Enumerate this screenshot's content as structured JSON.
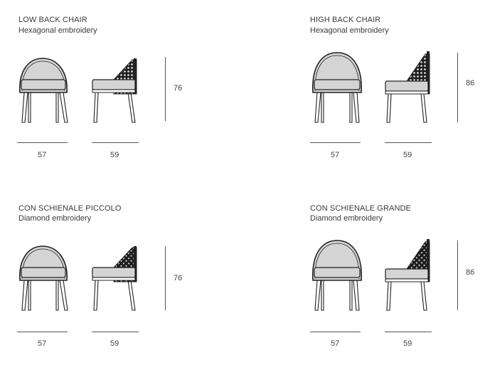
{
  "panels": [
    {
      "title": "LOW BACK CHAIR",
      "subtitle": "Hexagonal embroidery",
      "width": "57",
      "depth": "59",
      "height": "76"
    },
    {
      "title": "HIGH BACK CHAIR",
      "subtitle": "Hexagonal embroidery",
      "width": "57",
      "depth": "59",
      "height": "86"
    },
    {
      "title": "CON SCHIENALE PICCOLO",
      "subtitle": "Diamond embroidery",
      "width": "57",
      "depth": "59",
      "height": "76"
    },
    {
      "title": "CON SCHIENALE GRANDE",
      "subtitle": "Diamond embroidery",
      "width": "57",
      "depth": "59",
      "height": "86"
    }
  ],
  "colors": {
    "line": "#222222",
    "upholstery": "#d4d4d4",
    "weave": "#1e1e1e"
  }
}
